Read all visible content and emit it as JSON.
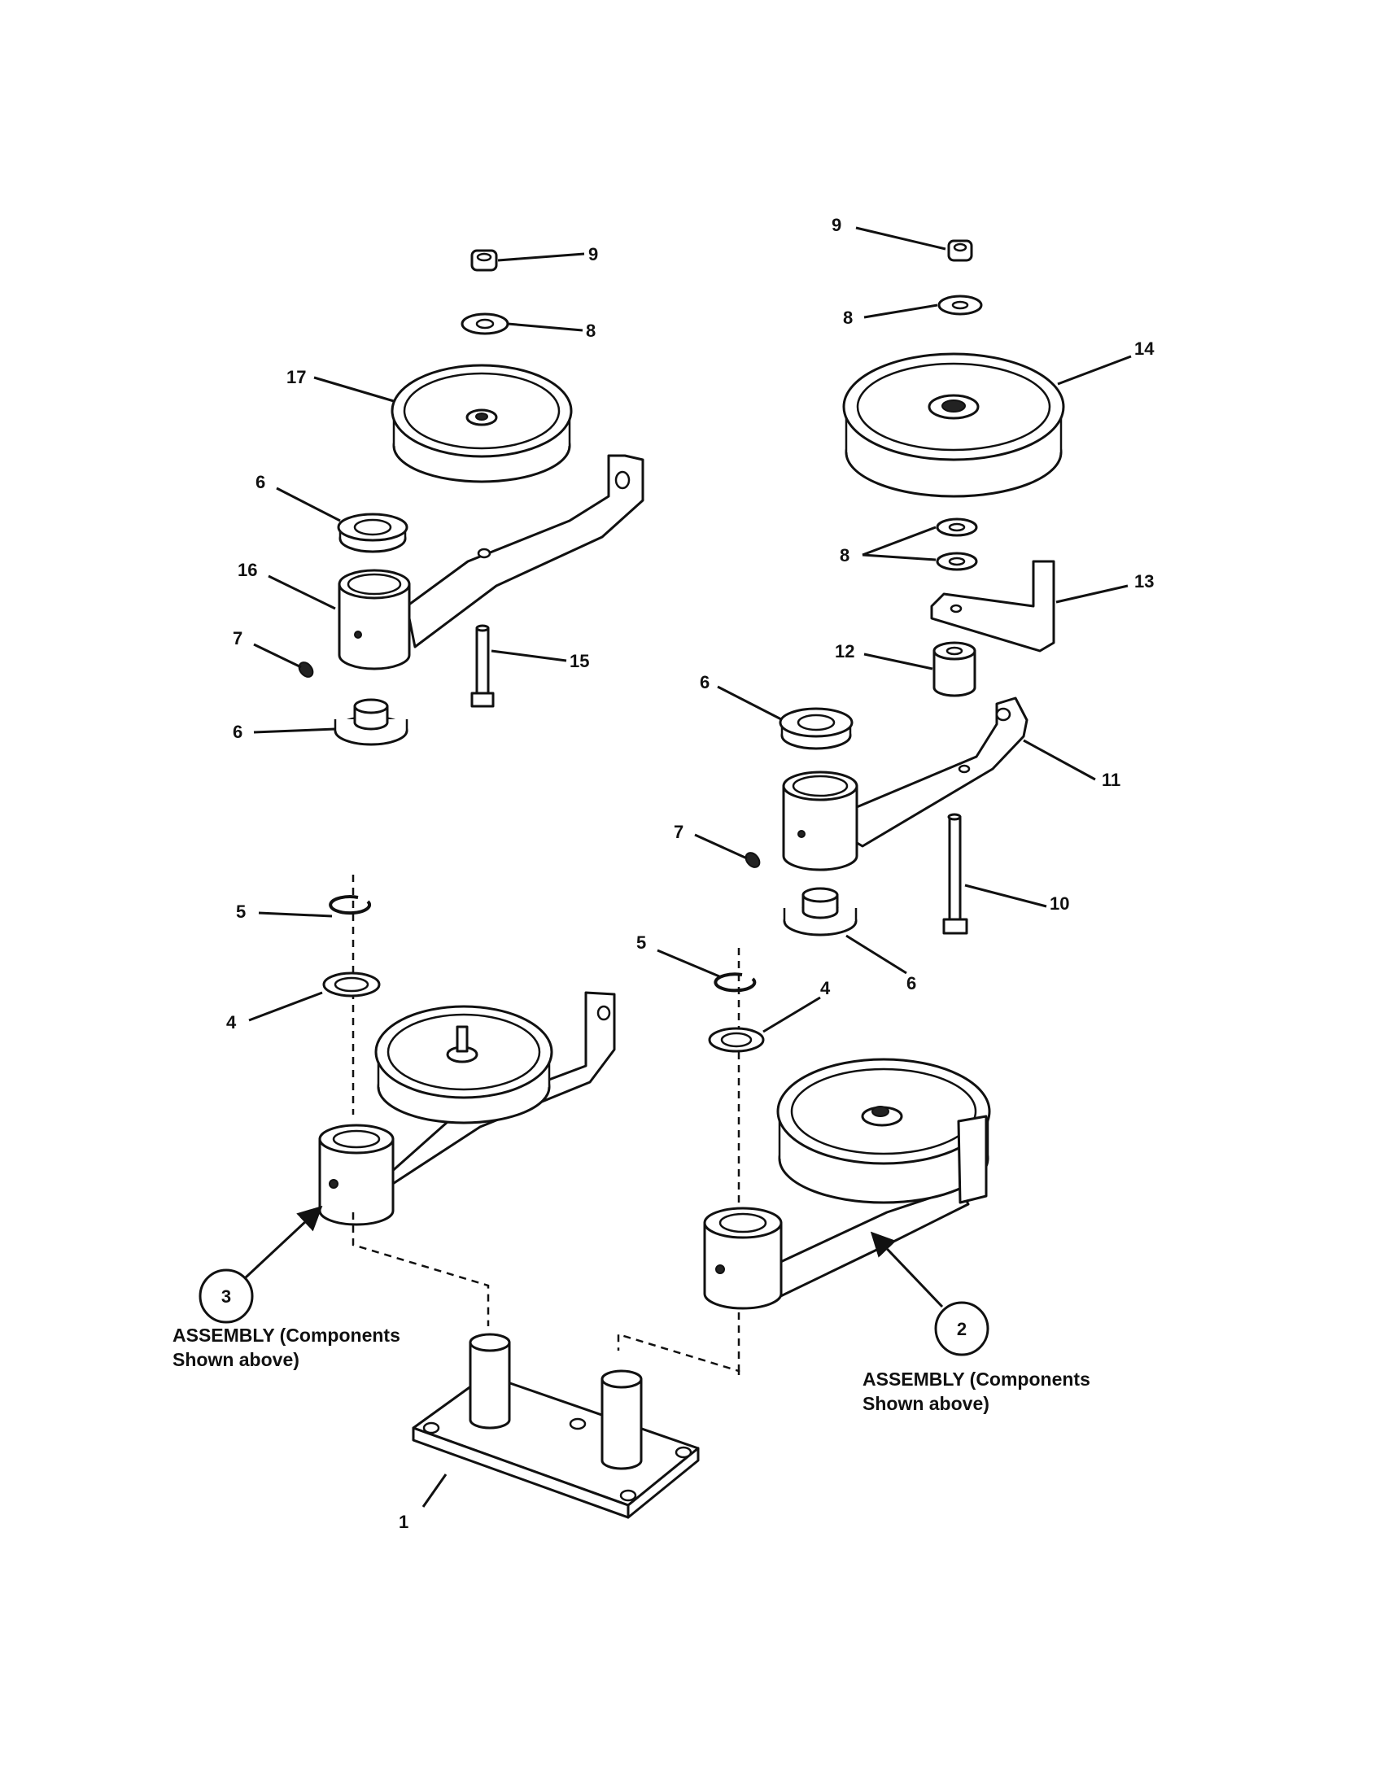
{
  "callouts": {
    "c9a": "9",
    "c8a": "8",
    "c17": "17",
    "c6a": "6",
    "c16": "16",
    "c7a": "7",
    "c15": "15",
    "c6b": "6",
    "c9b": "9",
    "c8b": "8",
    "c14": "14",
    "c8c": "8",
    "c13": "13",
    "c12": "12",
    "c6c": "6",
    "c11": "11",
    "c7b": "7",
    "c10": "10",
    "c6d": "6",
    "c5a": "5",
    "c4a": "4",
    "c5b": "5",
    "c4b": "4",
    "c1": "1"
  },
  "assemblies": {
    "left": {
      "number": "3",
      "line1": "ASSEMBLY (Components",
      "line2": "Shown above)"
    },
    "right": {
      "number": "2",
      "line1": "ASSEMBLY (Components",
      "line2": "Shown above)"
    }
  }
}
